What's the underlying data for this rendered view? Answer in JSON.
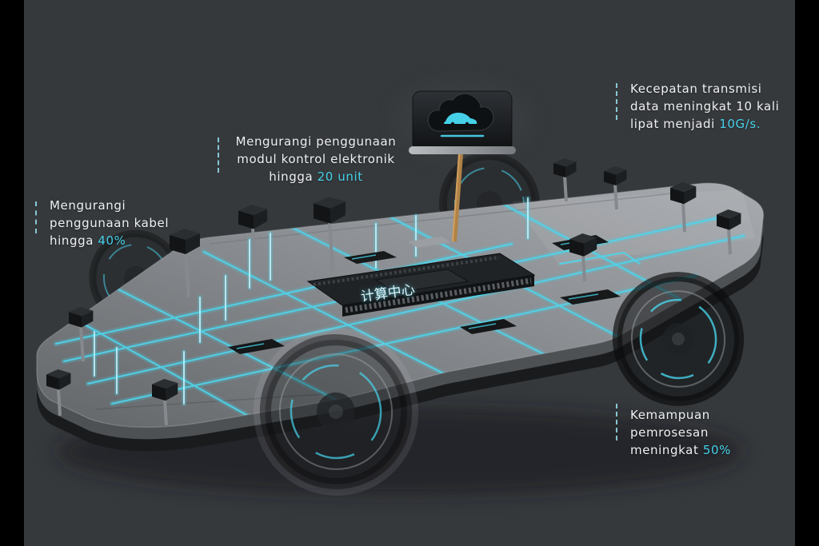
{
  "scene": {
    "bg": "#36393c",
    "bar_color": "#000000",
    "accent": "#45d0e8",
    "text_color": "#eef0f1"
  },
  "annotations": {
    "cable": {
      "lines": [
        "Mengurangi",
        "penggunaan kabel"
      ],
      "last_prefix": "hingga ",
      "highlight": "40%"
    },
    "module": {
      "lines": [
        "Mengurangi penggunaan",
        "modul kontrol elektronik"
      ],
      "last_prefix": "hingga ",
      "highlight": "20 unit"
    },
    "transmission": {
      "lines": [
        "Kecepatan transmisi",
        "data meningkat 10 kali"
      ],
      "last_prefix": "lipat menjadi ",
      "highlight": "10G/s."
    },
    "processing": {
      "lines": [
        "Kemampuan",
        "pemrosesan"
      ],
      "last_prefix": "meningkat ",
      "highlight": "50%"
    }
  },
  "chip": {
    "label": "计算中心"
  },
  "icons": {
    "cloud": "cloud-connectivity-icon",
    "car": "car-silhouette-icon"
  }
}
